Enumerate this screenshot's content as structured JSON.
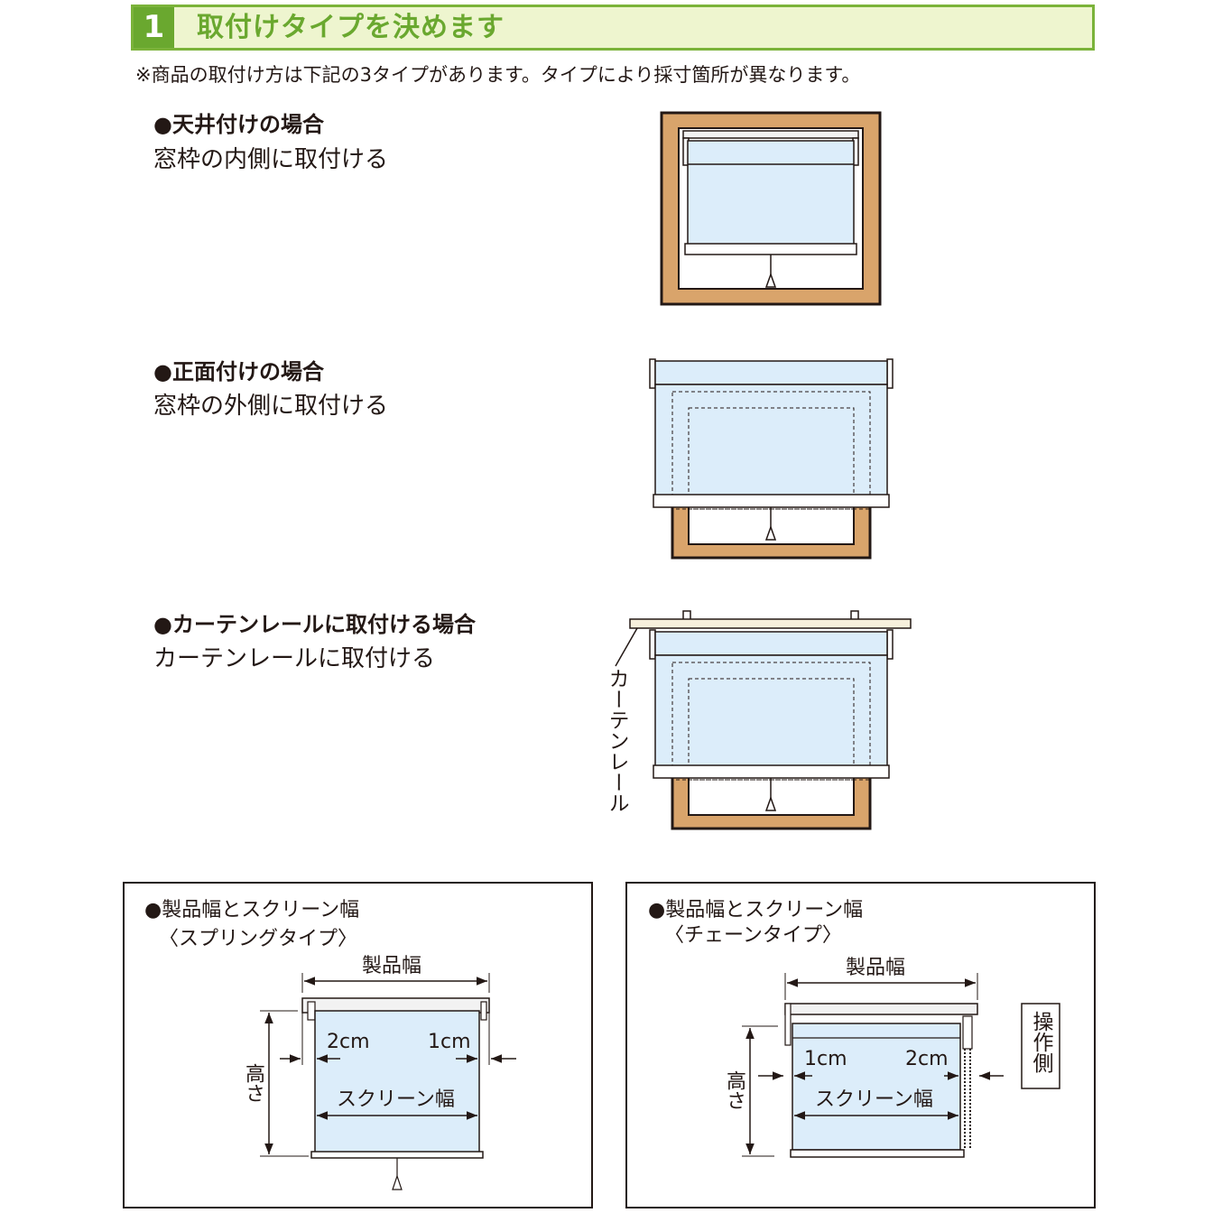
{
  "header": {
    "step": "1",
    "title": "取付けタイプを決めます"
  },
  "note": "※商品の取付け方は下記の3タイプがあります。タイプにより採寸箇所が異なります。",
  "sections": [
    {
      "title": "●天井付けの場合",
      "desc": "窓枠の内側に取付ける"
    },
    {
      "title": "●正面付けの場合",
      "desc": "窓枠の外側に取付ける"
    },
    {
      "title": "●カーテンレールに取付ける場合",
      "desc": "カーテンレールに取付ける"
    }
  ],
  "rail_label": "カーテンレール",
  "boxes": [
    {
      "title": "●製品幅とスクリーン幅",
      "subtitle": "〈スプリングタイプ〉",
      "product_width": "製品幅",
      "height": "高さ",
      "left_gap": "2cm",
      "right_gap": "1cm",
      "screen_width": "スクリーン幅"
    },
    {
      "title": "●製品幅とスクリーン幅",
      "subtitle": "〈チェーンタイプ〉",
      "product_width": "製品幅",
      "height": "高さ",
      "left_gap": "1cm",
      "right_gap": "2cm",
      "screen_width": "スクリーン幅",
      "operation_side": "操作側"
    }
  ],
  "colors": {
    "green": "#6aa82f",
    "green_border": "#7bb33a",
    "header_bg": "#eef5cf",
    "frame": "#d9a46b",
    "screen": "#dcedfa"
  }
}
